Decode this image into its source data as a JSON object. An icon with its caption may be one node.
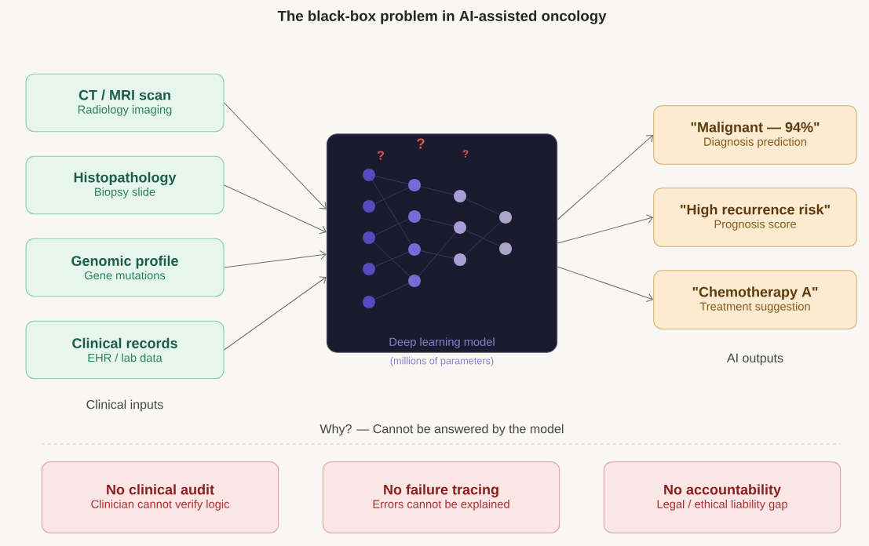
{
  "diagram": {
    "title": "The black-box problem in AI-assisted oncology",
    "nodes": [
      {
        "text": [
          "CT / MRI scan",
          "Radiology imaging"
        ]
      },
      {
        "text": [
          "Histopathology",
          "Biopsy slide"
        ]
      },
      {
        "text": [
          "Genomic profile",
          "Gene mutations"
        ]
      },
      {
        "text": [
          "Clinical records",
          "EHR / lab data"
        ]
      },
      {
        "text": [
          "Deep learning model",
          "(millions of parameters)"
        ]
      },
      {
        "text": [
          "\"Malignant — 94%\"",
          "Diagnosis prediction"
        ]
      },
      {
        "text": [
          "\"High recurrence risk\"",
          "Prognosis score"
        ]
      },
      {
        "text": [
          "\"Chemotherapy A\"",
          "Treatment suggestion"
        ]
      },
      {
        "text": [
          "No clinical audit",
          "Clinician cannot verify logic"
        ]
      },
      {
        "text": [
          "No failure tracing",
          "Errors cannot be explained"
        ]
      },
      {
        "text": [
          "No accountability",
          "Legal / ethical liability gap"
        ]
      }
    ],
    "edges": [
      {
        "from": 0,
        "to": 4,
        "arrow": "to"
      },
      {
        "from": 1,
        "to": 4,
        "arrow": "to"
      },
      {
        "from": 2,
        "to": 4,
        "arrow": "to"
      },
      {
        "from": 3,
        "to": 4,
        "arrow": "to"
      },
      {
        "from": 4,
        "to": 5,
        "arrow": "to"
      },
      {
        "from": 4,
        "to": 6,
        "arrow": "to"
      },
      {
        "from": 4,
        "to": 7,
        "arrow": "to"
      }
    ],
    "labels": [
      "?",
      "?",
      "?",
      "AI outputs",
      "Clinical inputs",
      "Why? — Cannot be answered by the model"
    ]
  }
}
